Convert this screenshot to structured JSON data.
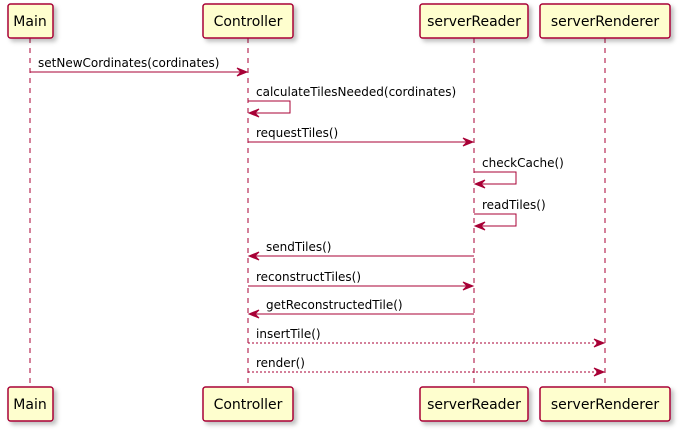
{
  "colors": {
    "box_fill": "#FEFECE",
    "border": "#A80036",
    "text": "#000000"
  },
  "participants": [
    {
      "id": "main",
      "label": "Main"
    },
    {
      "id": "controller",
      "label": "Controller"
    },
    {
      "id": "serverReader",
      "label": "serverReader"
    },
    {
      "id": "serverRenderer",
      "label": "serverRenderer"
    }
  ],
  "messages": [
    {
      "from": "main",
      "to": "controller",
      "label": "setNewCordinates(cordinates)",
      "style": "solid"
    },
    {
      "from": "controller",
      "to": "controller",
      "label": "calculateTilesNeeded(cordinates)",
      "style": "solid"
    },
    {
      "from": "controller",
      "to": "serverReader",
      "label": "requestTiles()",
      "style": "solid"
    },
    {
      "from": "serverReader",
      "to": "serverReader",
      "label": "checkCache()",
      "style": "solid"
    },
    {
      "from": "serverReader",
      "to": "serverReader",
      "label": "readTiles()",
      "style": "solid"
    },
    {
      "from": "serverReader",
      "to": "controller",
      "label": "sendTiles()",
      "style": "solid"
    },
    {
      "from": "controller",
      "to": "serverReader",
      "label": "reconstructTiles()",
      "style": "solid"
    },
    {
      "from": "serverReader",
      "to": "controller",
      "label": "getReconstructedTile()",
      "style": "solid"
    },
    {
      "from": "controller",
      "to": "serverRenderer",
      "label": "insertTile()",
      "style": "dashed"
    },
    {
      "from": "controller",
      "to": "serverRenderer",
      "label": "render()",
      "style": "dashed"
    }
  ]
}
